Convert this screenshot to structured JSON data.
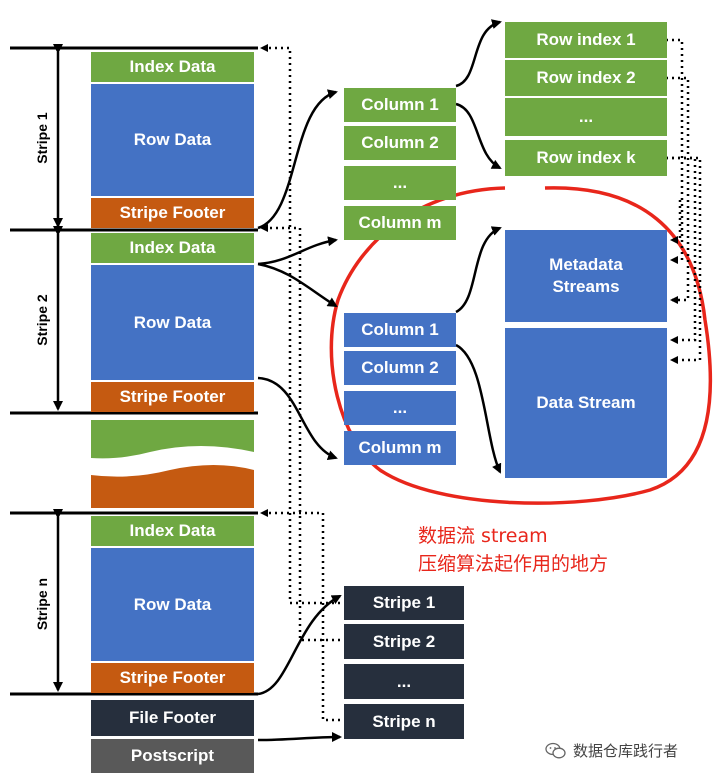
{
  "stripes": [
    {
      "label": "Stripe 1",
      "index": "Index Data",
      "row": "Row Data",
      "footer": "Stripe Footer"
    },
    {
      "label": "Stripe 2",
      "index": "Index Data",
      "row": "Row Data",
      "footer": "Stripe Footer"
    },
    {
      "label": "Stripe n",
      "index": "Index Data",
      "row": "Row Data",
      "footer": "Stripe Footer"
    }
  ],
  "file_footer": "File Footer",
  "postscript": "Postscript",
  "green_columns": [
    "Column 1",
    "Column 2",
    "...",
    "Column m"
  ],
  "row_indexes": [
    "Row index 1",
    "Row index 2",
    "...",
    "Row index k"
  ],
  "blue_columns": [
    "Column 1",
    "Column 2",
    "...",
    "Column m"
  ],
  "metadata_streams": "Metadata\nStreams",
  "data_stream": "Data Stream",
  "footer_stripes": [
    "Stripe 1",
    "Stripe 2",
    "...",
    "Stripe n"
  ],
  "annotation": {
    "line1": "数据流 stream",
    "line2": "压缩算法起作用的地方"
  },
  "watermark": "数据仓库践行者",
  "colors": {
    "index": "#6fa842",
    "row": "#4472c4",
    "footer": "#c55a11",
    "dark": "#262f3d",
    "postscript": "#595959",
    "highlight": "#e8261b"
  }
}
